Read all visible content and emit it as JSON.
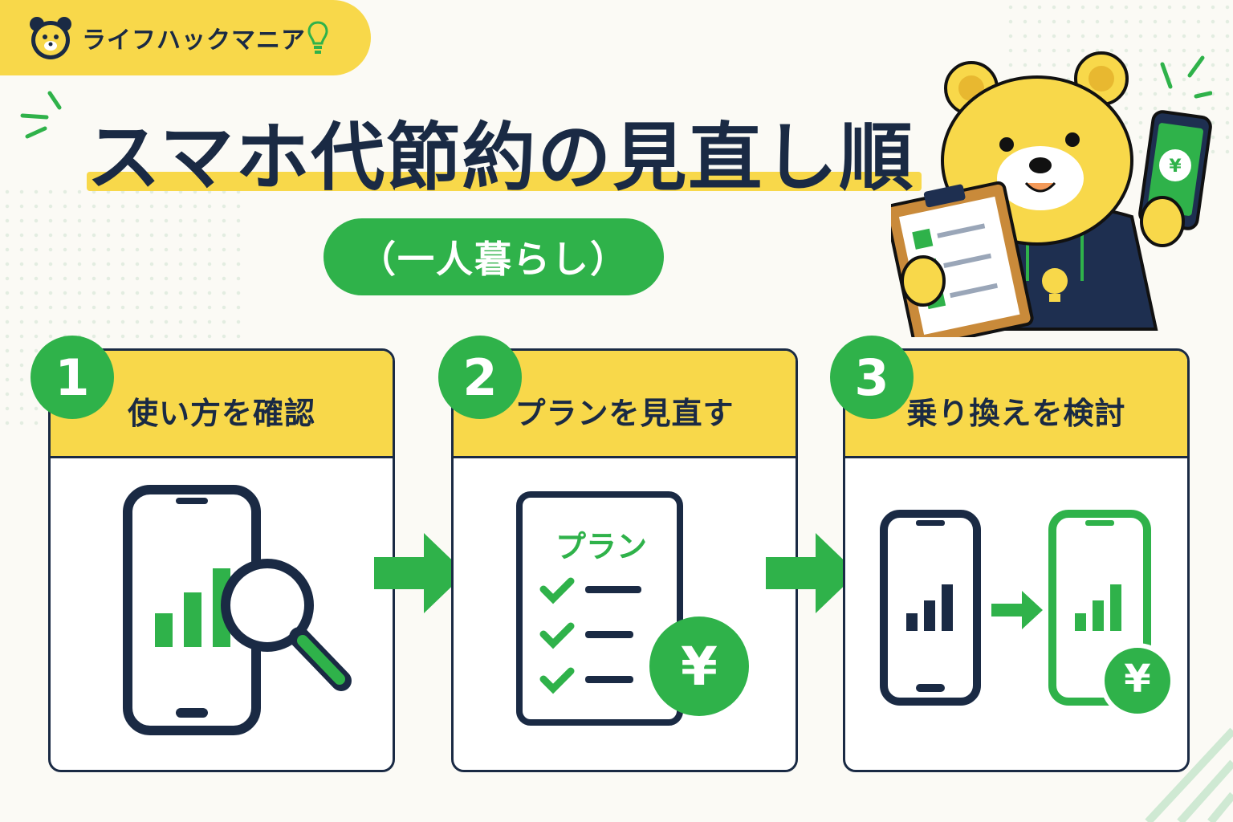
{
  "brand": {
    "name": "ライフハックマニア"
  },
  "title": "スマホ代節約の見直し順",
  "subtitle": "（一人暮らし）",
  "steps": [
    {
      "number": "1",
      "label": "使い方を確認"
    },
    {
      "number": "2",
      "label": "プランを見直す"
    },
    {
      "number": "3",
      "label": "乗り換えを検討"
    }
  ],
  "plan_doc": {
    "heading": "プラン"
  },
  "currency_symbol": "¥",
  "colors": {
    "green": "#2fb24a",
    "yellow": "#f8d84a",
    "navy": "#1a2a44",
    "background": "#fbfaf5"
  }
}
